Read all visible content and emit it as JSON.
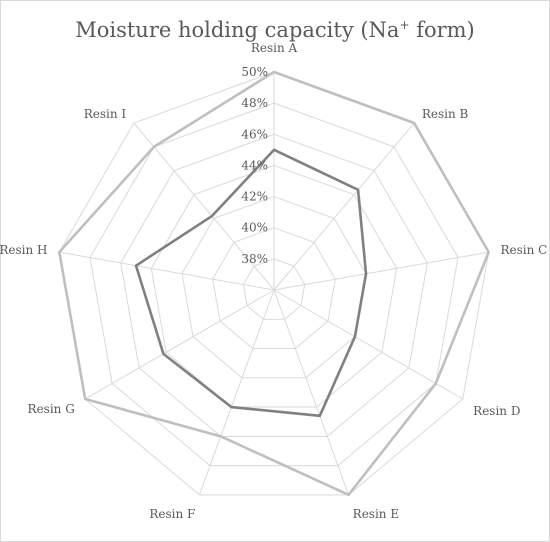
{
  "chart_data": {
    "type": "radar",
    "title_main": "Moisture holding capacity (Na",
    "title_sup": "+",
    "title_end": " form)",
    "categories": [
      "Resin A",
      "Resin B",
      "Resin C",
      "Resin D",
      "Resin E",
      "Resin F",
      "Resin G",
      "Resin H",
      "Resin I"
    ],
    "tick_labels": [
      "38%",
      "40%",
      "42%",
      "44%",
      "46%",
      "48%",
      "50%"
    ],
    "rmin": 36,
    "rmax": 50,
    "gridlines": [
      38,
      40,
      42,
      44,
      46,
      48,
      50
    ],
    "legend": "none",
    "series": [
      {
        "values": [
          50,
          50,
          50,
          48,
          50,
          46,
          50,
          50,
          48
        ],
        "color": "#bfbfbf"
      },
      {
        "values": [
          45,
          44.4,
          42,
          42,
          44.6,
          44,
          44.2,
          45,
          42.2
        ],
        "color": "#808080"
      }
    ]
  }
}
